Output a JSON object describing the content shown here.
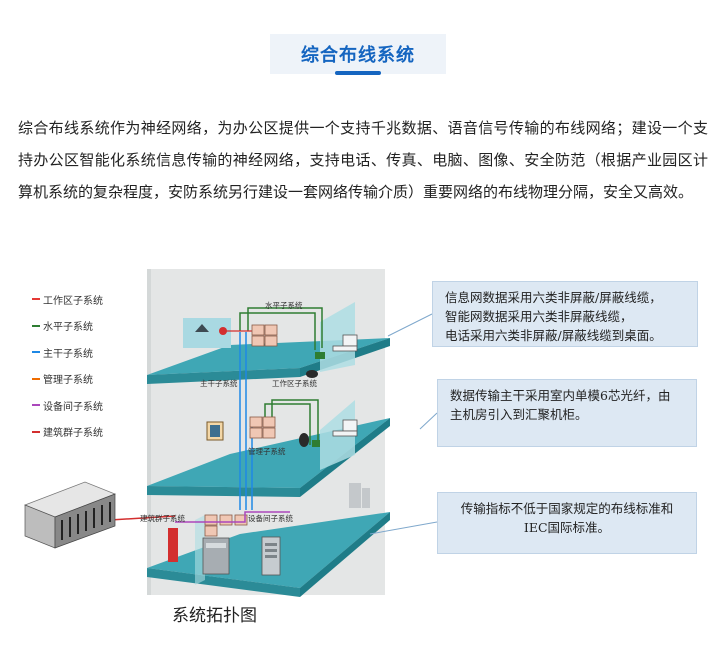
{
  "header": {
    "title": "综合布线系统"
  },
  "intro": {
    "lines": [
      "综合布线系统作为神经网络，为办公区提供一个支持千兆数据、语音信号传输的布线网络；建设",
      "一个支持办公区智能化系统信息传输的神经网络，支持电话、传真、电脑、图像、安全防范（根",
      "据产业园区计算机系统的复杂程度，安防系统另行建设一套网络传输介质）重要网络的布线物理",
      "分隔，安全又高效。"
    ]
  },
  "legend": {
    "items": [
      {
        "label": "工作区子系统",
        "color": "#e53935"
      },
      {
        "label": "水平子系统",
        "color": "#2e7d32"
      },
      {
        "label": "主干子系统",
        "color": "#1e88e5"
      },
      {
        "label": "管理子系统",
        "color": "#ef6c00"
      },
      {
        "label": "设备间子系统",
        "color": "#ab47bc"
      },
      {
        "label": "建筑群子系统",
        "color": "#d32f2f"
      }
    ]
  },
  "diagram_labels": {
    "horizontal": "水平子系统",
    "backbone": "主干子系统",
    "workarea": "工作区子系统",
    "management": "管理子系统",
    "campus": "建筑群子系统",
    "equipment": "设备间子系统"
  },
  "callouts": [
    {
      "lines": [
        "信息网数据采用六类非屏蔽/屏蔽线缆，",
        "智能网数据采用六类非屏蔽线缆，",
        "电话采用六类非屏蔽/屏蔽线缆到桌面。"
      ]
    },
    {
      "lines": [
        "数据传输主干采用室内单模6芯光纤，由",
        "主机房引入到汇聚机柜。"
      ]
    },
    {
      "lines": [
        "传输指标不低于国家规定的布线标准和",
        "IEC国际标准。"
      ]
    }
  ],
  "caption": "系统拓扑图",
  "colors": {
    "title": "#1565c0",
    "floor": "#3fa7b5",
    "callout_bg": "#dde8f3",
    "wall": "#e4e6e6"
  }
}
